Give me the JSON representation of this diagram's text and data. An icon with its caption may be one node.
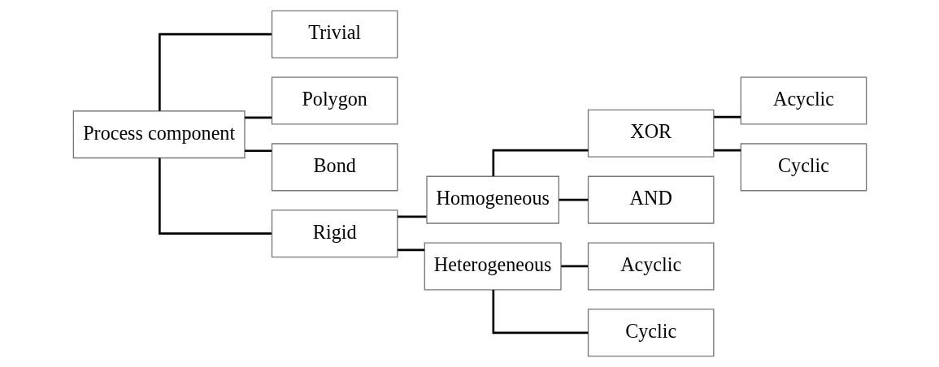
{
  "diagram": {
    "nodes": [
      {
        "text": [
          "Process component"
        ]
      },
      {
        "text": [
          "Trivial"
        ]
      },
      {
        "text": [
          "Polygon"
        ]
      },
      {
        "text": [
          "Bond"
        ]
      },
      {
        "text": [
          "Rigid"
        ]
      },
      {
        "text": [
          "Homogeneous"
        ]
      },
      {
        "text": [
          "Heterogeneous"
        ]
      },
      {
        "text": [
          "XOR"
        ]
      },
      {
        "text": [
          "AND"
        ]
      },
      {
        "text": [
          "Acyclic"
        ]
      },
      {
        "text": [
          "Cyclic"
        ]
      },
      {
        "text": [
          "Acyclic"
        ]
      },
      {
        "text": [
          "Cyclic"
        ]
      }
    ],
    "edges": [
      {
        "from": 0,
        "to": 1,
        "arrow": "none"
      },
      {
        "from": 0,
        "to": 2,
        "arrow": "none"
      },
      {
        "from": 0,
        "to": 3,
        "arrow": "none"
      },
      {
        "from": 0,
        "to": 4,
        "arrow": "none"
      },
      {
        "from": 4,
        "to": 5,
        "arrow": "none"
      },
      {
        "from": 4,
        "to": 6,
        "arrow": "none"
      },
      {
        "from": 5,
        "to": 7,
        "arrow": "none"
      },
      {
        "from": 5,
        "to": 8,
        "arrow": "none"
      },
      {
        "from": 7,
        "to": 9,
        "arrow": "none"
      },
      {
        "from": 7,
        "to": 10,
        "arrow": "none"
      },
      {
        "from": 6,
        "to": 11,
        "arrow": "none"
      },
      {
        "from": 6,
        "to": 12,
        "arrow": "none"
      }
    ]
  }
}
